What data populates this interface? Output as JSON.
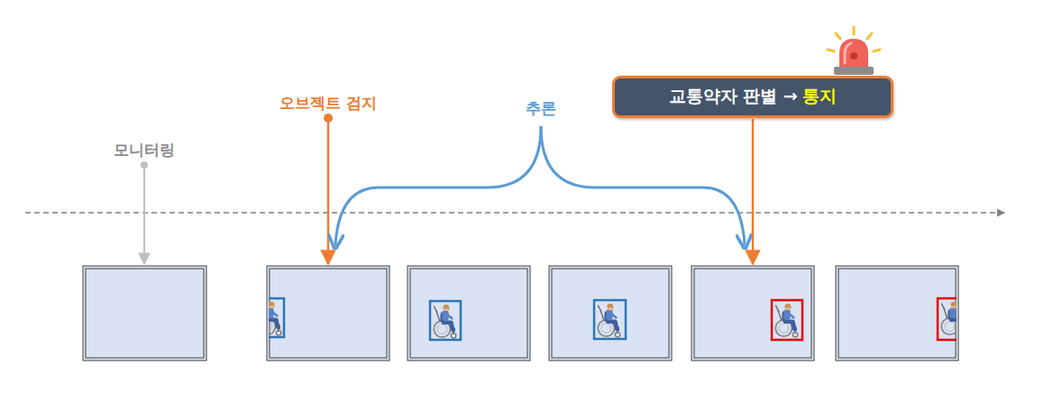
{
  "diagram": {
    "nodes": [
      {
        "text": [
          "교통약자 판별 →",
          "통지"
        ]
      }
    ],
    "labels": [
      "모니터링",
      "오브젝트 검지",
      "추론"
    ]
  }
}
